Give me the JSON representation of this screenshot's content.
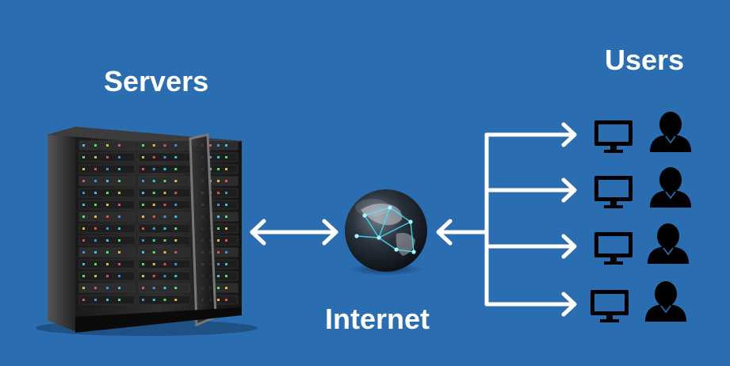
{
  "labels": {
    "servers": "Servers",
    "users": "Users",
    "internet": "Internet"
  },
  "colors": {
    "background": "#2a6db1",
    "arrow": "#ffffff",
    "icon": "#000000",
    "globe_glow": "#3fe0ff"
  },
  "icons": {
    "server_rack": "server-rack-icon",
    "globe": "globe-icon",
    "monitor": "monitor-icon",
    "user": "user-icon"
  },
  "user_count": 4
}
